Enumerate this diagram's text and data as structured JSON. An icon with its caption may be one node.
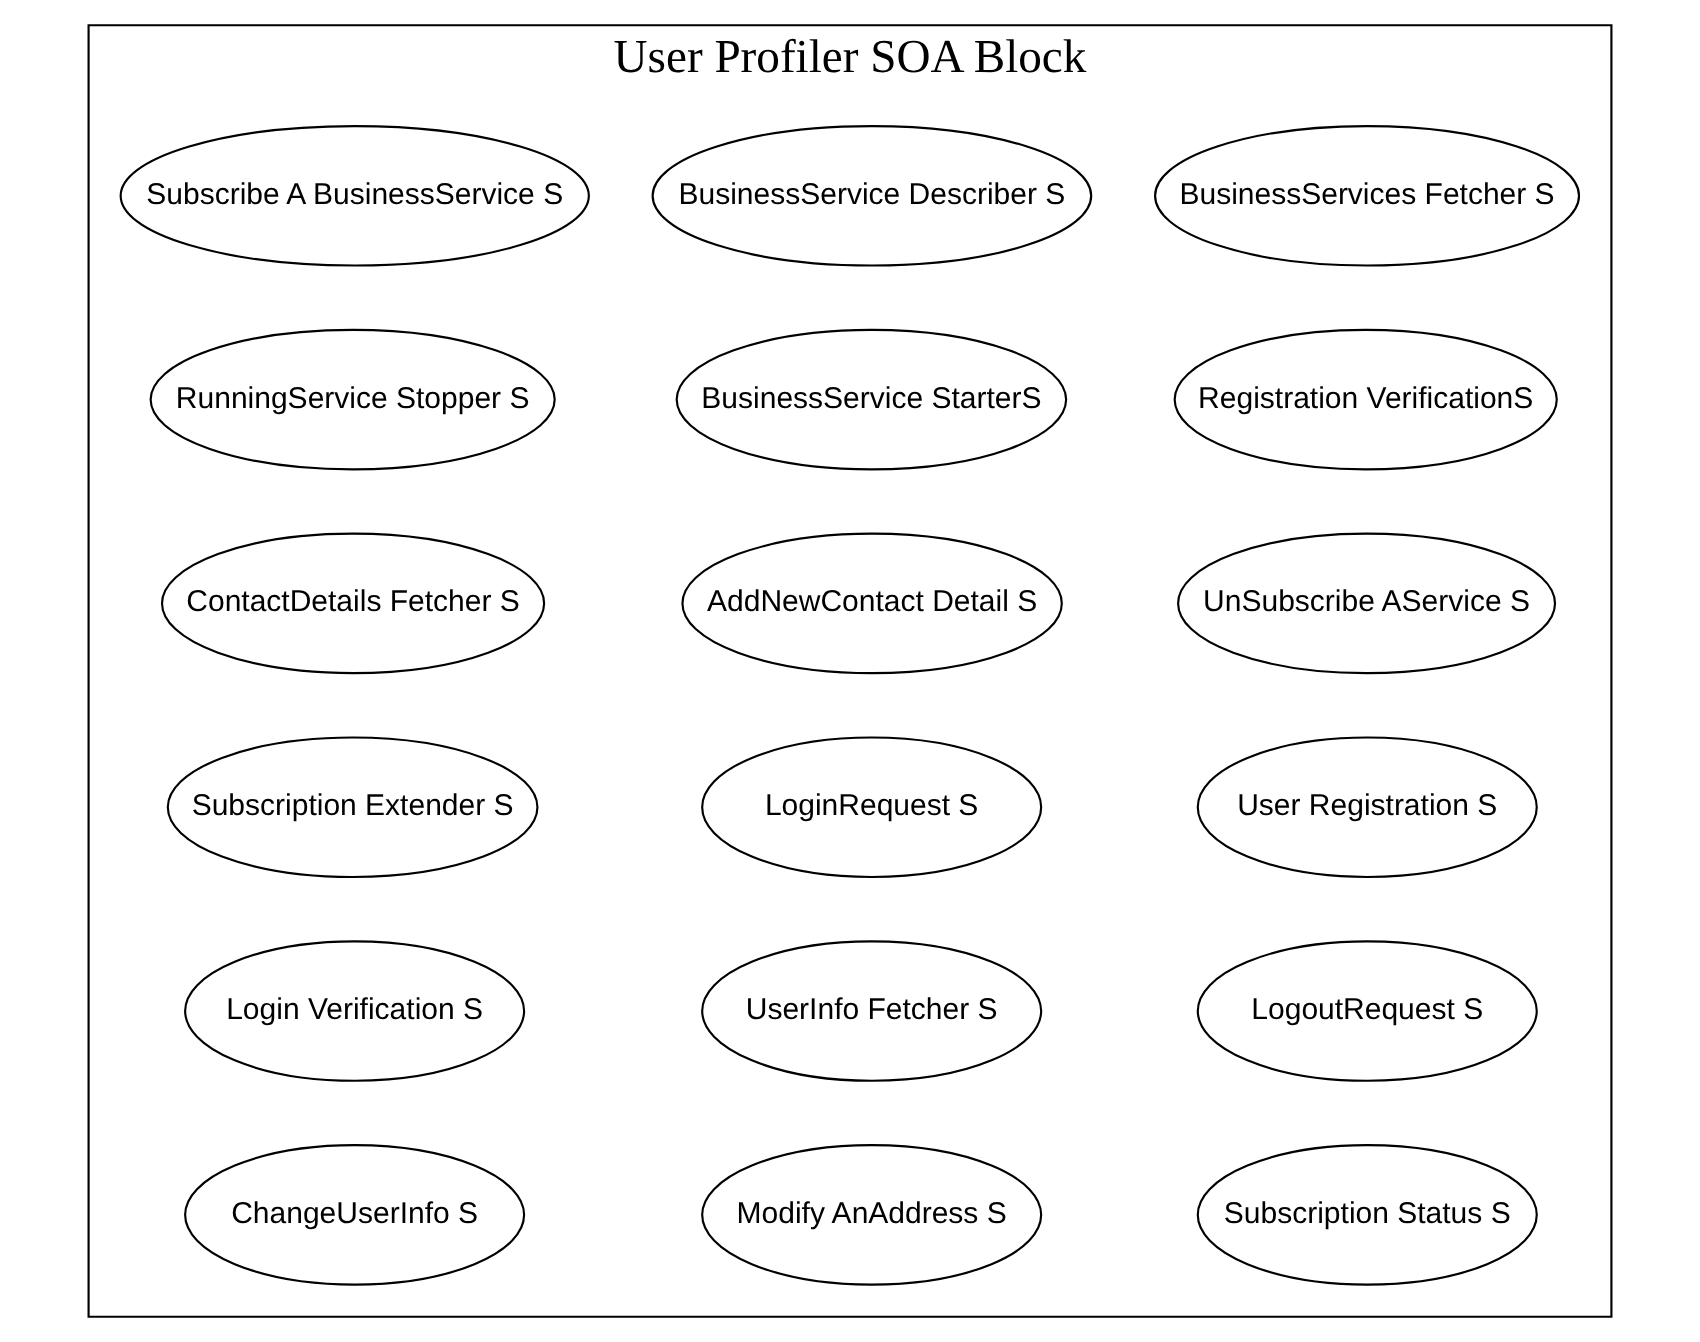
{
  "diagram": {
    "nodes": [
      {
        "text": [
          "User Profiler SOA Block"
        ]
      },
      {
        "text": [
          "LoginRequest S"
        ],
        "in": 0
      },
      {
        "text": [
          "User Registration S"
        ],
        "in": 0
      },
      {
        "text": [
          "AddNewContact Detail S"
        ],
        "in": 0
      },
      {
        "text": [
          "Login Verification S"
        ],
        "in": 0
      },
      {
        "text": [
          "Registration VerificationS"
        ],
        "in": 0
      },
      {
        "text": [
          "UserInfo Fetcher S"
        ],
        "in": 0
      },
      {
        "text": [
          "BusinessServices Fetcher S"
        ],
        "in": 0
      },
      {
        "text": [
          "LogoutRequest S"
        ],
        "in": 0
      },
      {
        "text": [
          "ContactDetails Fetcher S"
        ],
        "in": 0
      },
      {
        "text": [
          "Subscription Extender S"
        ],
        "in": 0
      },
      {
        "text": [
          "ChangeUserInfo S"
        ],
        "in": 0
      },
      {
        "text": [
          "Modify AnAddress S"
        ],
        "in": 0
      },
      {
        "text": [
          "BusinessService Describer S"
        ],
        "in": 0
      },
      {
        "text": [
          "Subscribe A BusinessService S"
        ],
        "in": 0
      },
      {
        "text": [
          "Subscription Status S"
        ],
        "in": 0
      },
      {
        "text": [
          "UnSubscribe AService S"
        ],
        "in": 0
      },
      {
        "text": [
          "RunningService Stopper S"
        ],
        "in": 0
      },
      {
        "text": [
          "BusinessService StarterS"
        ],
        "in": 0
      }
    ],
    "edges": []
  }
}
